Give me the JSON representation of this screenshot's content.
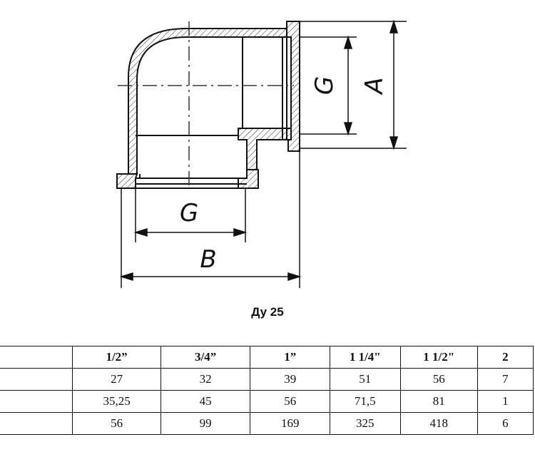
{
  "drawing": {
    "labels": {
      "thread_outer": "G",
      "thread_side": "G",
      "dim_a": "A",
      "dim_b": "B"
    }
  },
  "caption": "Ду 25",
  "table": {
    "headers": [
      "",
      "1/2”",
      "3/4”",
      "1”",
      "1 1/4\"",
      "1 1/2\"",
      "2"
    ],
    "rows": [
      [
        "",
        "27",
        "32",
        "39",
        "51",
        "56",
        "7"
      ],
      [
        "",
        "35,25",
        "45",
        "56",
        "71,5",
        "81",
        "1"
      ],
      [
        "",
        "56",
        "99",
        "169",
        "325",
        "418",
        "6"
      ]
    ]
  }
}
